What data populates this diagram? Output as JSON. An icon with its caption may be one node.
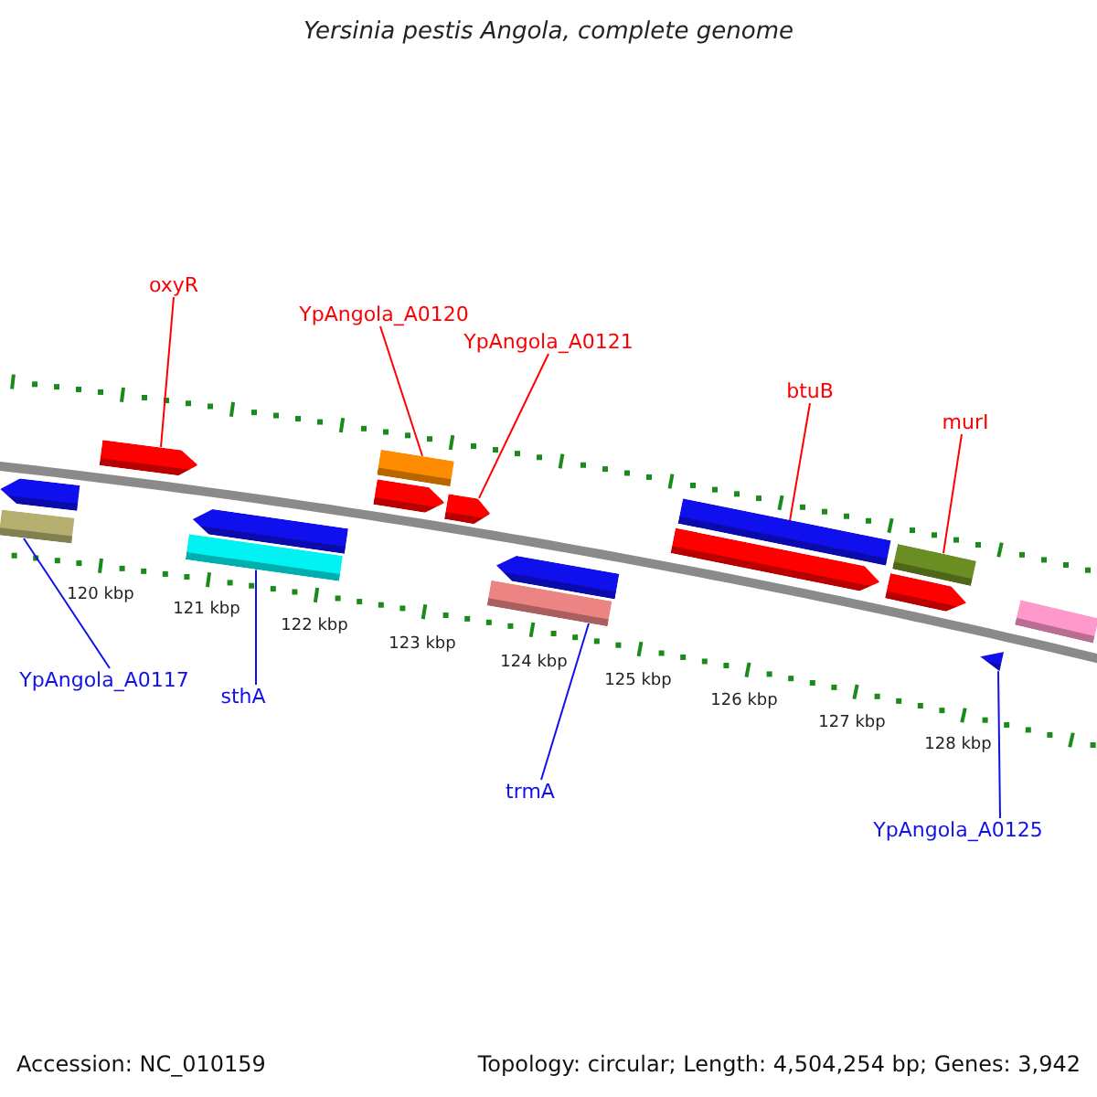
{
  "diagram": {
    "title": "Yersinia pestis Angola, complete genome",
    "nodes": [
      {
        "text": [
          "oxyR"
        ]
      },
      {
        "text": [
          "YpAngola_A0120"
        ]
      },
      {
        "text": [
          "YpAngola_A0121"
        ]
      },
      {
        "text": [
          "btuB"
        ]
      },
      {
        "text": [
          "murI"
        ]
      },
      {
        "text": [],
        "shape": "arrow"
      },
      {
        "text": [],
        "shape": "bar"
      },
      {
        "text": [],
        "shape": "arrow"
      },
      {
        "text": [],
        "shape": "arrow"
      },
      {
        "text": [],
        "shape": "bar"
      },
      {
        "text": [],
        "shape": "arrow"
      },
      {
        "text": [],
        "shape": "bar"
      },
      {
        "text": [],
        "shape": "arrow"
      },
      {
        "text": [],
        "shape": "arrow"
      },
      {
        "text": [],
        "shape": "bar"
      },
      {
        "text": [],
        "shape": "arrow"
      },
      {
        "text": [],
        "shape": "bar"
      },
      {
        "text": [],
        "shape": "arrow"
      },
      {
        "text": [],
        "shape": "bar"
      },
      {
        "text": [],
        "shape": "triangle"
      },
      {
        "text": [],
        "shape": "bar"
      },
      {
        "text": [
          "YpAngola_A0117"
        ]
      },
      {
        "text": [
          "sthA"
        ]
      },
      {
        "text": [
          "trmA"
        ]
      },
      {
        "text": [
          "YpAngola_A0125"
        ]
      }
    ],
    "edges": [
      {
        "from": 0,
        "to": 7,
        "arrow": "none"
      },
      {
        "from": 1,
        "to": 11,
        "arrow": "none"
      },
      {
        "from": 2,
        "to": 12,
        "arrow": "none"
      },
      {
        "from": 3,
        "to": 16,
        "arrow": "none"
      },
      {
        "from": 4,
        "to": 18,
        "arrow": "none"
      },
      {
        "from": 21,
        "to": 6,
        "arrow": "none",
        "color": "#1010ee"
      },
      {
        "from": 22,
        "to": 9,
        "arrow": "none",
        "color": "#1010ee"
      },
      {
        "from": 23,
        "to": 14,
        "arrow": "none",
        "color": "#1010ee"
      },
      {
        "from": 24,
        "to": 19,
        "arrow": "none",
        "color": "#1010ee"
      }
    ],
    "labels": [
      "120 kbp",
      "121 kbp",
      "122 kbp",
      "123 kbp",
      "124 kbp",
      "125 kbp",
      "126 kbp",
      "127 kbp",
      "128 kbp",
      "Accession: NC_010159",
      "Topology: circular; Length: 4,504,254 bp; Genes: 3,942"
    ]
  }
}
